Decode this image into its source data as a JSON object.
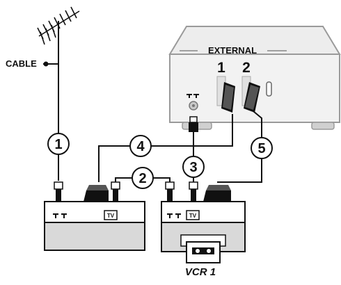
{
  "labels": {
    "cable": "CABLE",
    "external": "EXTERNAL",
    "scart_1": "1",
    "scart_2": "2",
    "vcr": "VCR 1",
    "tv_badge": "TV"
  },
  "connections": [
    {
      "number": "1"
    },
    {
      "number": "2"
    },
    {
      "number": "3"
    },
    {
      "number": "4"
    },
    {
      "number": "5"
    }
  ],
  "icons": {
    "antenna": "antenna-icon",
    "aerial_socket": "aerial-socket-icon",
    "scart_plug": "scart-plug-icon",
    "coax_plug": "coax-plug-icon"
  },
  "colors": {
    "line": "#111111",
    "device_fill": "#d9d9d9",
    "tv_fill": "#f2f2f2",
    "tv_stroke": "#9a9a9a"
  }
}
